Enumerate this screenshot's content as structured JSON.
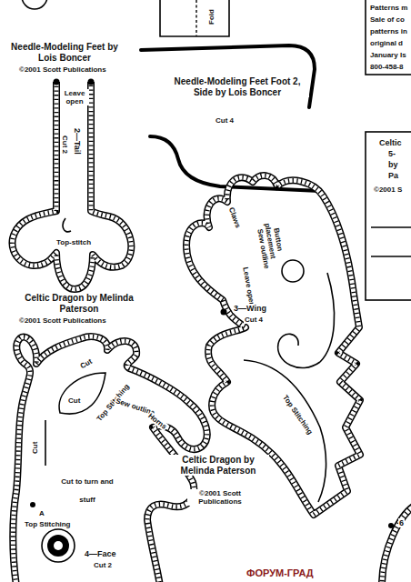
{
  "diagram": {
    "labels": [
      "Needle-Modeling Feet by Lois Boncer",
      "©2001 Scott Publications",
      "Fold",
      "Patterns m",
      "Sale of co",
      "patterns in",
      "original d",
      "January Is",
      "800-458-8",
      "Needle-Modeling Feet Foot 2, Side by Lois Boncer",
      "Cut 4",
      "Leave open",
      "2—Tail",
      "Cut 2",
      "Top-stitch",
      "Celtic Dragon by Melinda Paterson",
      "©2001 Scott Publications",
      "Celtic",
      "5-",
      "by",
      "Pa",
      "©2001 S",
      "Claws",
      "Button placement",
      "Sew outline",
      "Leave open",
      "3—Wing",
      "Cut 4",
      "Top Stitching",
      "Cut",
      "Cut",
      "Cut",
      "Top Stitching",
      "Sew outline",
      "Horns",
      "Cut to turn and stuff",
      "A",
      "Top Stitching",
      "4—Face",
      "Cut 2",
      "Celtic Dragon by Melinda Paterson",
      "©2001 Scott Publications",
      "6",
      "ФОРУМ-ГРАД"
    ]
  }
}
